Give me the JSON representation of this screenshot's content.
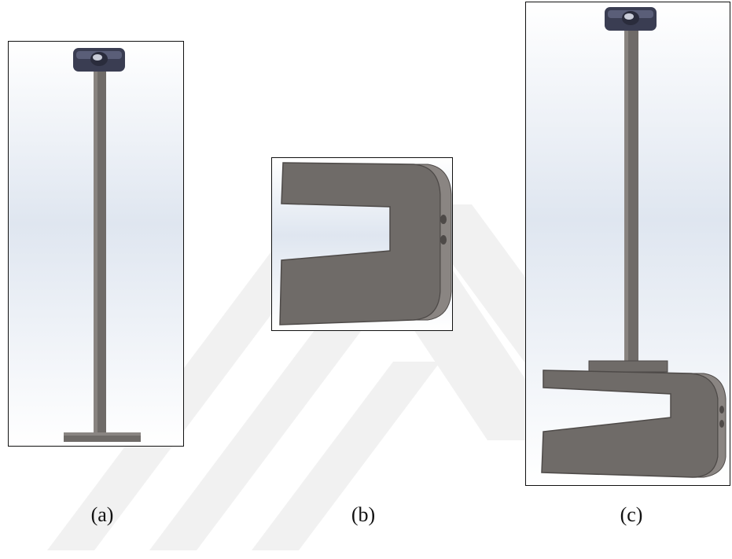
{
  "figure": {
    "captions": {
      "a": "(a)",
      "b": "(b)",
      "c": "(c)"
    }
  },
  "colors": {
    "part_gray": "#6f6b68",
    "part_dark": "#4e4a48",
    "knob": "#3a3d52",
    "frame": "#111111",
    "watermark": "#f1f1f1"
  },
  "parts": {
    "a": "vertical-rod-with-clamp-knob",
    "b": "c-shaped-bracket",
    "c": "rod-and-bracket-assembly"
  }
}
